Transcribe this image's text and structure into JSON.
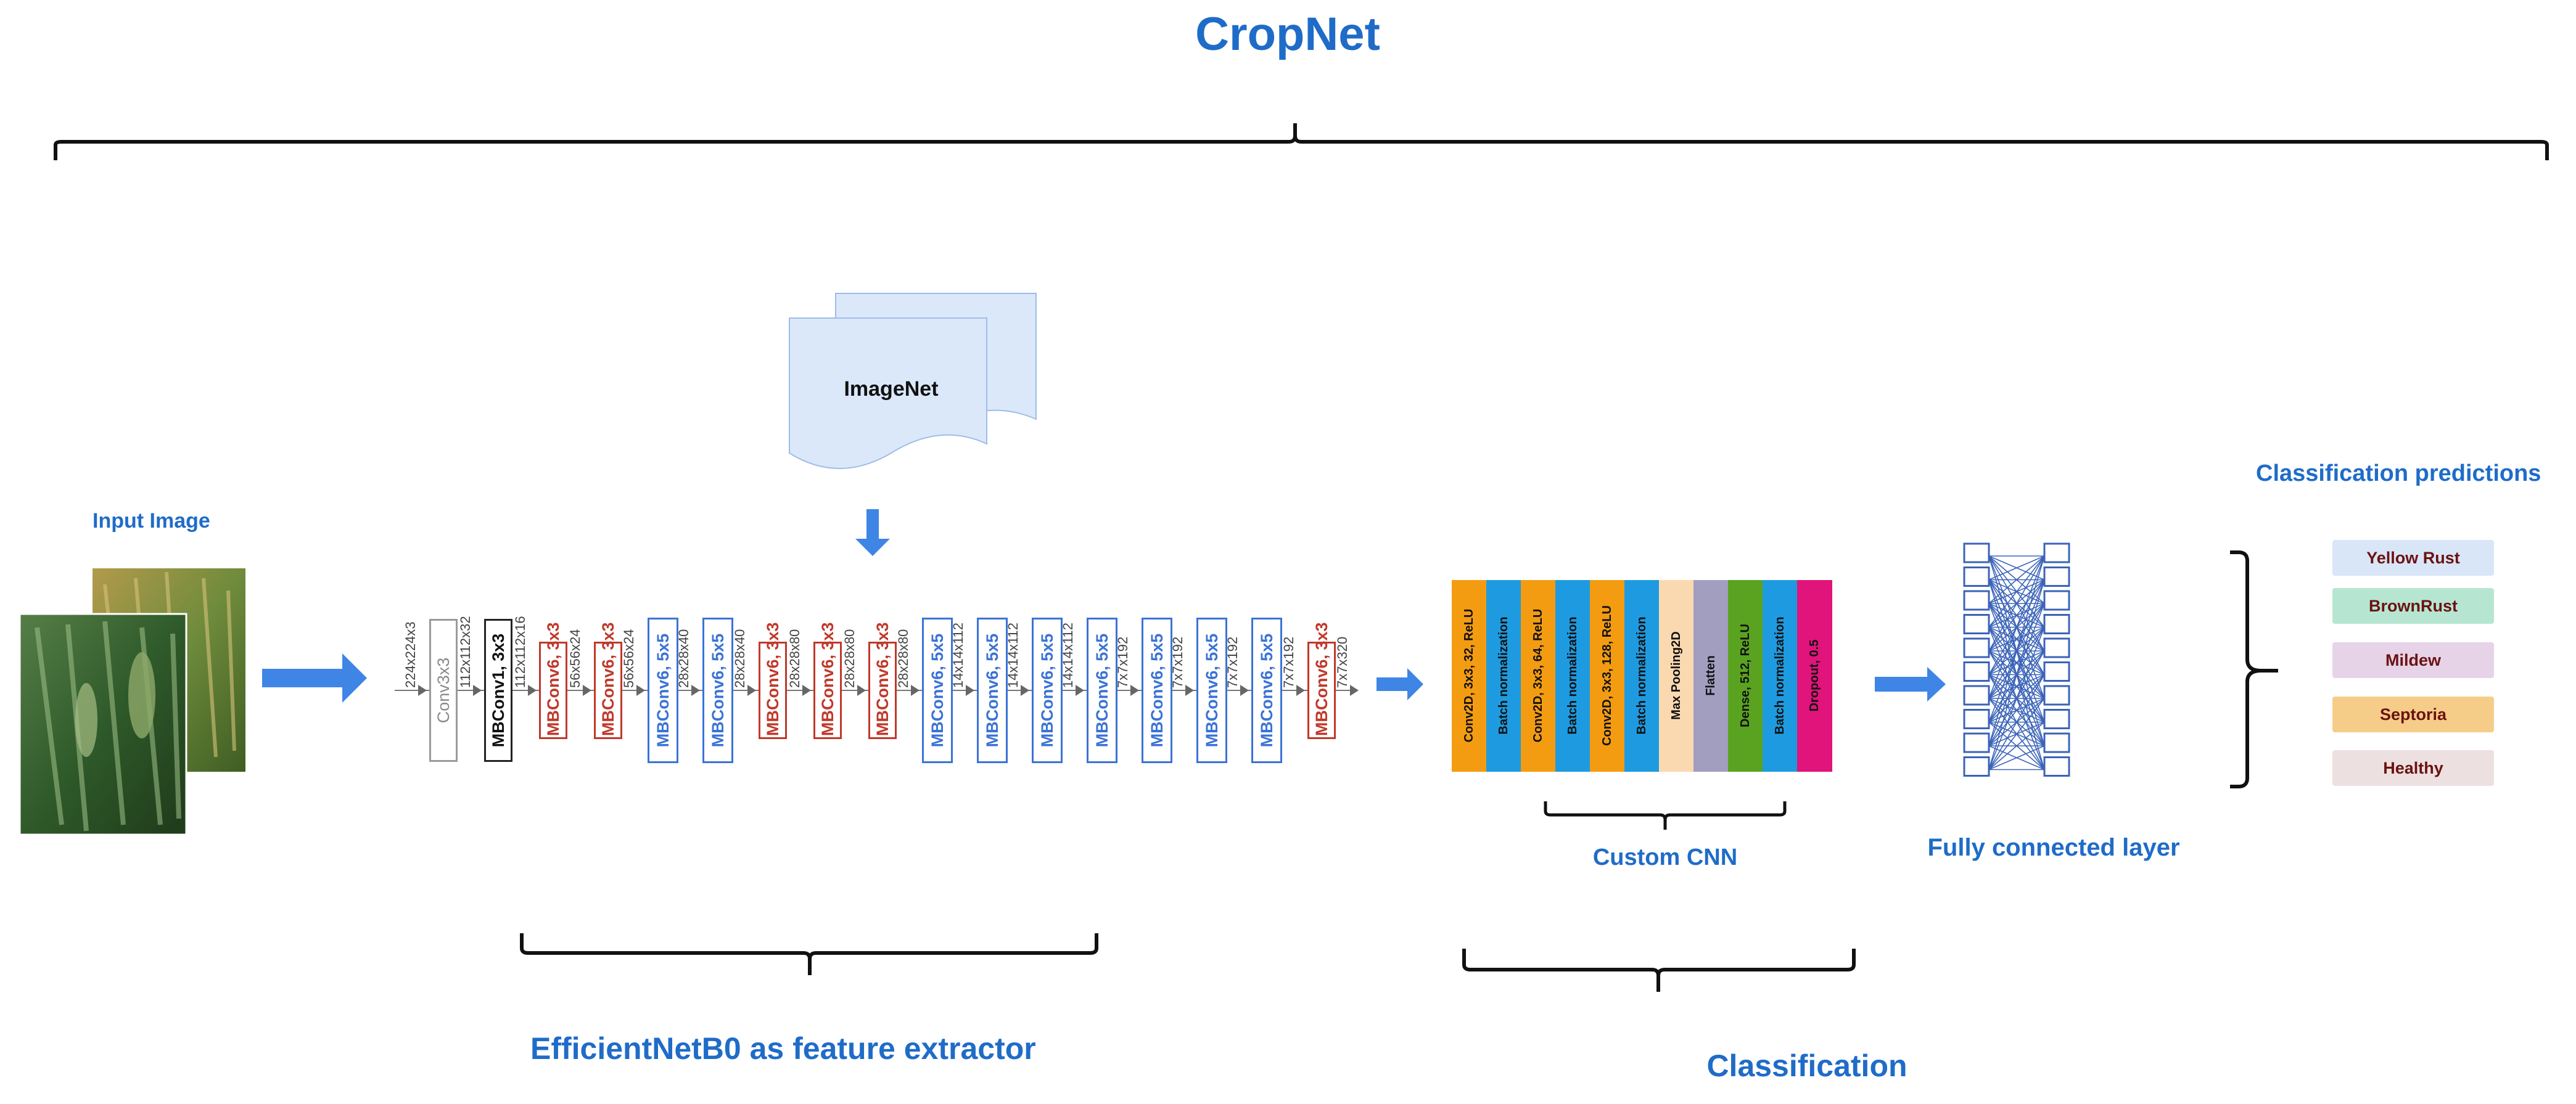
{
  "title": "CropNet",
  "input": {
    "label": "Input Image"
  },
  "imagenet": {
    "label": "ImageNet"
  },
  "efficientnet": {
    "label": "EfficientNetB0 as feature extractor",
    "layers": [
      {
        "label": "Conv3x3",
        "style": "gray"
      },
      {
        "label": "MBConv1, 3x3",
        "style": "black"
      },
      {
        "label": "MBConv6, 3x3",
        "style": "red"
      },
      {
        "label": "MBConv6, 3x3",
        "style": "red"
      },
      {
        "label": "MBConv6, 5x5",
        "style": "blue"
      },
      {
        "label": "MBConv6, 5x5",
        "style": "blue"
      },
      {
        "label": "MBConv6, 3x3",
        "style": "red"
      },
      {
        "label": "MBConv6, 3x3",
        "style": "red"
      },
      {
        "label": "MBConv6, 3x3",
        "style": "red"
      },
      {
        "label": "MBConv6, 5x5",
        "style": "blue"
      },
      {
        "label": "MBConv6, 5x5",
        "style": "blue"
      },
      {
        "label": "MBConv6, 5x5",
        "style": "blue"
      },
      {
        "label": "MBConv6, 5x5",
        "style": "blue"
      },
      {
        "label": "MBConv6, 5x5",
        "style": "blue"
      },
      {
        "label": "MBConv6, 5x5",
        "style": "blue"
      },
      {
        "label": "MBConv6, 5x5",
        "style": "blue"
      },
      {
        "label": "MBConv6, 3x3",
        "style": "red"
      }
    ],
    "dims": [
      "224x224x3",
      "112x112x32",
      "112x112x16",
      "56x56x24",
      "56x56x24",
      "28x28x40",
      "28x28x40",
      "28x28x80",
      "28x28x80",
      "28x28x80",
      "14x14x112",
      "14x14x112",
      "14x14x112",
      "7x7x192",
      "7x7x192",
      "7x7x192",
      "7x7x192",
      "7x7x320"
    ]
  },
  "custom_cnn": {
    "label": "Custom CNN",
    "layers": [
      {
        "label": "Conv2D, 3x3, 32, ReLU",
        "color": "#f39c12"
      },
      {
        "label": "Batch normalization",
        "color": "#1e9be0"
      },
      {
        "label": "Conv2D, 3x3, 64, ReLU",
        "color": "#f39c12"
      },
      {
        "label": "Batch normalization",
        "color": "#1e9be0"
      },
      {
        "label": "Conv2D, 3x3, 128, ReLU",
        "color": "#f39c12"
      },
      {
        "label": "Batch normalization",
        "color": "#1e9be0"
      },
      {
        "label": "Max Pooling2D",
        "color": "#fbd9b0"
      },
      {
        "label": "Flatten",
        "color": "#a29ec0"
      },
      {
        "label": "Dense, 512, ReLU",
        "color": "#5aa321"
      },
      {
        "label": "Batch normalization",
        "color": "#1e9be0"
      },
      {
        "label": "Dropout, 0.5",
        "color": "#e0147a"
      }
    ]
  },
  "fully_connected": {
    "label": "Fully connected layer"
  },
  "predictions": {
    "label": "Classification predictions",
    "classes": [
      {
        "label": "Yellow Rust",
        "color": "#d9e6f7"
      },
      {
        "label": "BrownRust",
        "color": "#b6e6d2"
      },
      {
        "label": "Mildew",
        "color": "#e6d3e8"
      },
      {
        "label": "Septoria",
        "color": "#f6cd88"
      },
      {
        "label": "Healthy",
        "color": "#ede0e0"
      }
    ]
  },
  "classification": {
    "label": "Classification"
  },
  "colors": {
    "accent_blue": "#1f6cc8",
    "arrow_blue": "#3f85e5",
    "red_block": "#c0392b",
    "blue_block": "#3b73d6"
  }
}
